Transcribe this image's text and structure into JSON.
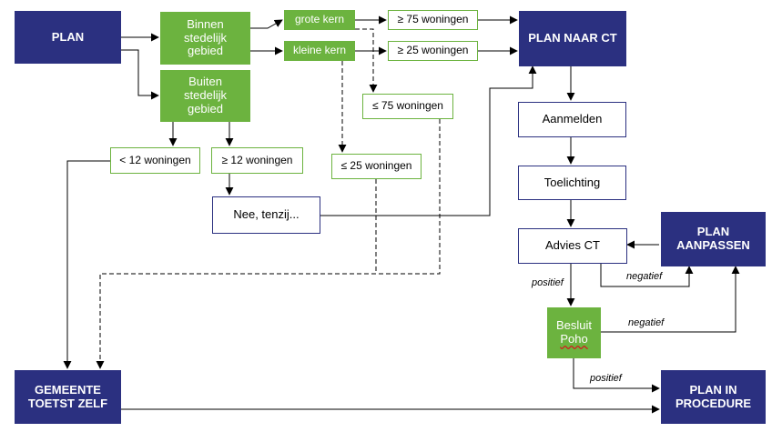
{
  "nodes": {
    "plan": "PLAN",
    "binnen": "Binnen\nstedelijk\ngebied",
    "buiten": "Buiten\nstedelijk\ngebied",
    "grote_kern": "grote kern",
    "kleine_kern": "kleine kern",
    "ge75_grote": "≥ 75 woningen",
    "ge25_kleine": "≥ 25 woningen",
    "le75": "≤ 75 woningen",
    "le25": "≤ 25 woningen",
    "lt12": "< 12 woningen",
    "ge12": "≥ 12 woningen",
    "nee_tenzij": "Nee, tenzij...",
    "plan_naar_ct": "PLAN NAAR CT",
    "aanmelden": "Aanmelden",
    "toelichting": "Toelichting",
    "advies_ct": "Advies CT",
    "plan_aanpassen": "PLAN\nAANPASSEN",
    "besluit_poho_1": "Besluit",
    "besluit_poho_2": "Poho",
    "gemeente_toetst_zelf": "GEMEENTE\nTOETST ZELF",
    "plan_in_procedure": "PLAN IN\nPROCEDURE"
  },
  "edge_labels": {
    "positief_1": "positief",
    "negatief_1": "negatief",
    "negatief_2": "negatief",
    "positief_2": "positief"
  },
  "colors": {
    "navy": "#2b3080",
    "green": "#6cb33f",
    "line": "#000000"
  }
}
